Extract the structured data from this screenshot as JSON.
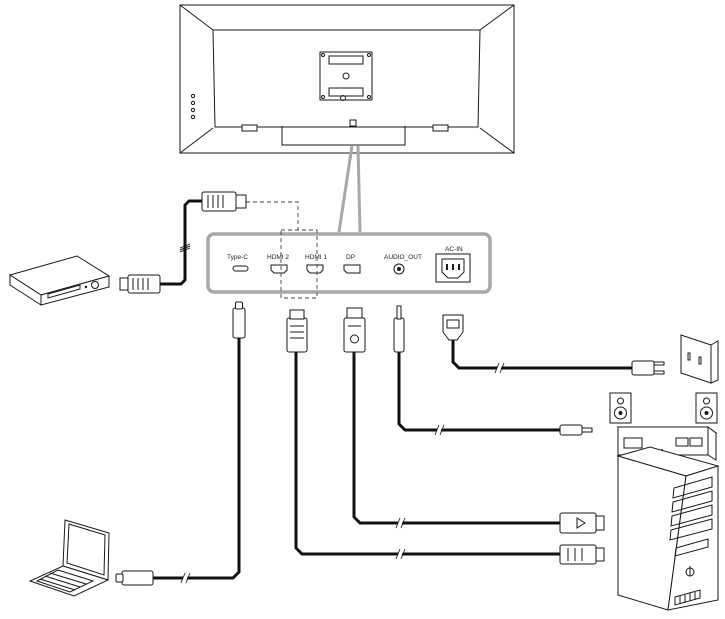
{
  "colors": {
    "line": "#1a1a1a",
    "panel_stroke": "#a8a8a8",
    "cable": "#111111",
    "fill_light": "#ffffff",
    "fill_gray": "#d9d9d9"
  },
  "ports": [
    {
      "id": "type-c",
      "label": "Type-C"
    },
    {
      "id": "hdmi2",
      "label": "HDMI 2"
    },
    {
      "id": "hdmi1",
      "label": "HDMI 1"
    },
    {
      "id": "dp",
      "label": "DP"
    },
    {
      "id": "audio-out",
      "label": "AUDIO_OUT"
    },
    {
      "id": "ac-in",
      "label": "AC-IN"
    }
  ],
  "icons": {
    "monitor": "monitor-back-icon",
    "dvd": "dvd-player-icon",
    "laptop": "laptop-icon",
    "outlet": "wall-outlet-icon",
    "amp": "amplifier-speakers-icon",
    "pc": "pc-tower-icon"
  }
}
